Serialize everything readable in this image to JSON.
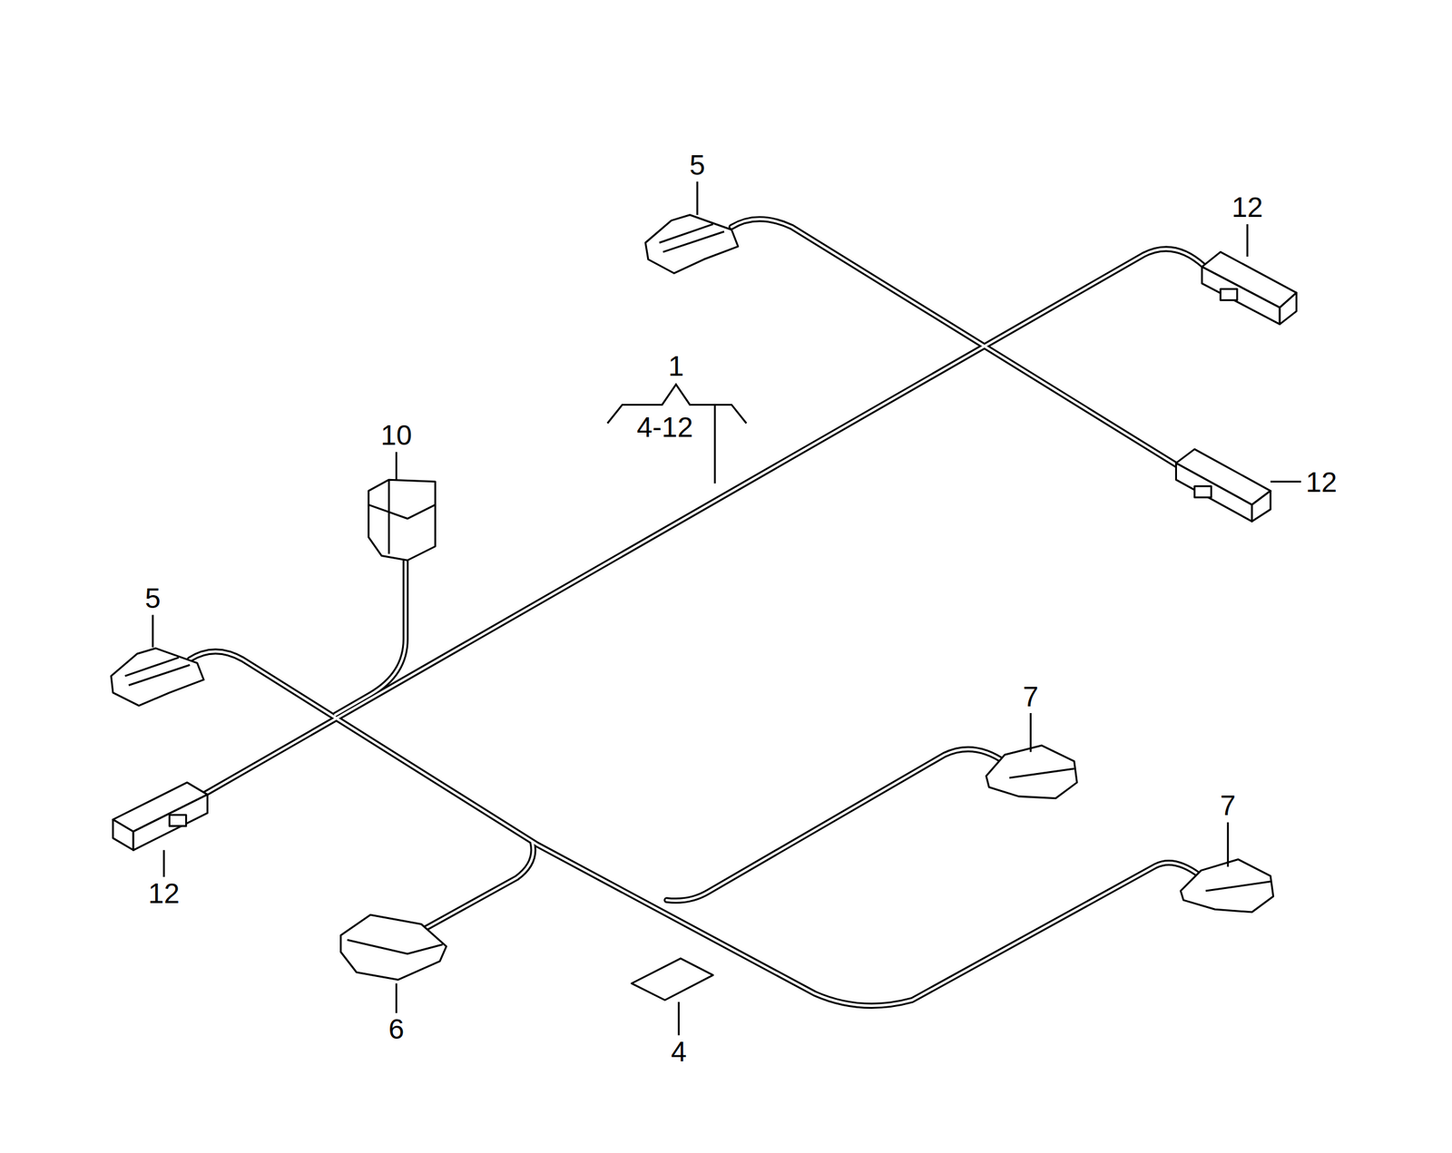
{
  "diagram": {
    "labels": [
      "5",
      "12",
      "1",
      "4-12",
      "10",
      "12",
      "5",
      "7",
      "7",
      "12",
      "6",
      "4"
    ]
  }
}
